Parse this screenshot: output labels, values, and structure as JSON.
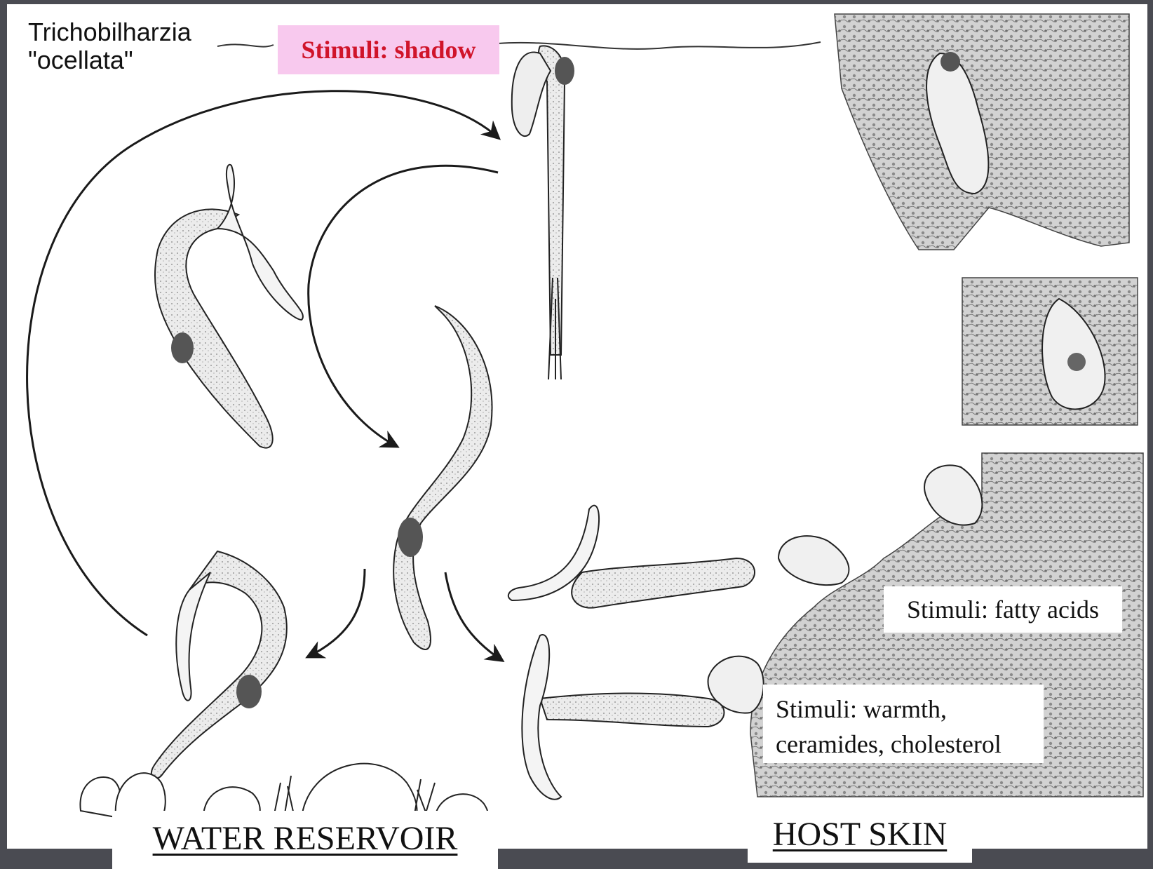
{
  "labels": {
    "species_line1": "Trichobilharzia",
    "species_line2": "\"ocellata\"",
    "stimulus_shadow": "Stimuli: shadow",
    "stimulus_fatty_acids": "Stimuli: fatty acids",
    "stimulus_warmth_line1": "Stimuli: warmth,",
    "stimulus_warmth_line2": "ceramides, cholesterol",
    "water_reservoir": "WATER RESERVOIR",
    "host_skin": "HOST SKIN"
  },
  "colors": {
    "slide_background": "#ffffff",
    "frame_border": "#4a4b52",
    "shadow_label_fill": "#f8c9ee",
    "shadow_label_text": "#d0142a",
    "ink": "#1a1a1a",
    "cercaria_fill": "#e6e6e6",
    "skin_fill": "#b8b8b8"
  }
}
